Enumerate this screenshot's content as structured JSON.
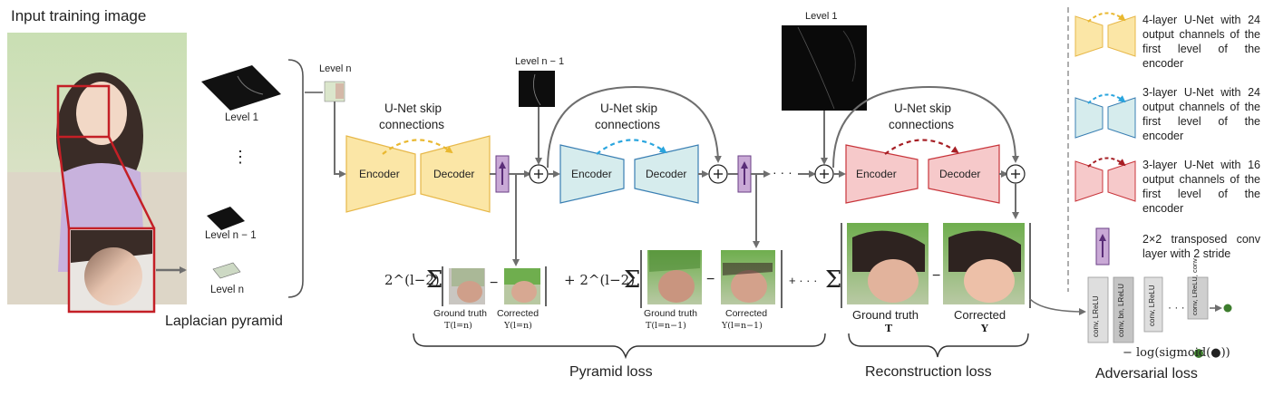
{
  "colors": {
    "yellow": "#fbe6a6",
    "yellow_stroke": "#e7b84a",
    "blue": "#d6eced",
    "blue_stroke": "#3a7fb3",
    "red": "#f6c9ca",
    "red_stroke": "#c8353b",
    "purple": "#c9a9d6",
    "purple_stroke": "#6a3f86",
    "skip_yellow": "#e9b830",
    "skip_blue": "#2aa5de",
    "skip_red": "#a61f25",
    "grey_arrow": "#6e6e6e",
    "green_dot": "#3d7d2d"
  },
  "left": {
    "input_title": "Input training image",
    "level_1": "Level 1",
    "ellipsis": "⋮",
    "level_n_minus_1": "Level n − 1",
    "level_n": "Level n",
    "pyramid_caption": "Laplacian pyramid"
  },
  "network": {
    "level_n_label": "Level n",
    "level_n_minus_1_label": "Level n − 1",
    "level_1_label": "Level 1",
    "skip_label_line1": "U-Net skip",
    "skip_label_line2": "connections",
    "encoder": "Encoder",
    "decoder": "Decoder",
    "plus": "+",
    "dots": "· · ·"
  },
  "loss_terms": {
    "coef1": "2^(l−2)",
    "coef2": "+ 2^(l−2)",
    "sum": "Σ",
    "minus": "−",
    "plus_dots": "+ · · ·",
    "gt": "Ground truth",
    "corrected": "Corrected",
    "t_ln": "T(l=n)",
    "y_ln": "Y(l=n)",
    "t_ln1": "T(l=n−1)",
    "y_ln1": "Y(l=n−1)",
    "t": "T",
    "y": "Y"
  },
  "captions": {
    "pyramid_loss": "Pyramid loss",
    "reconstruction_loss": "Reconstruction loss",
    "adversarial_loss": "Adversarial loss",
    "adv_formula": "− log(sigmoid(●))"
  },
  "legend": {
    "item1": "4-layer U-Net with 24 output channels of the first level of the encoder",
    "item2": "3-layer U-Net with 24 output channels of the first level of the encoder",
    "item3": "3-layer U-Net with 16 output channels of the first level of the encoder",
    "item4": "2×2 transposed conv layer with 2 stride"
  },
  "discriminator": {
    "block1": "conv, LReLU",
    "block2": "conv, bn, LReLU",
    "block3": "conv, LReLU",
    "block4": "conv, LReLU, conv",
    "dots": "· · ·"
  }
}
